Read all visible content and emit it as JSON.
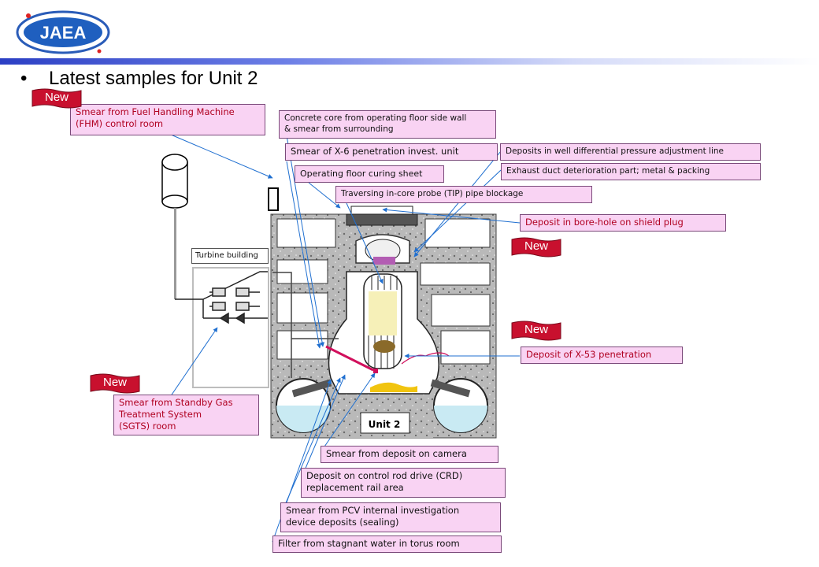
{
  "header": {
    "logo_text": "JAEA",
    "bullet": "•",
    "title": "Latest samples for Unit 2"
  },
  "badge_text": "New",
  "labels": {
    "fhm": [
      "Smear from Fuel Handling Machine",
      "(FHM) control room"
    ],
    "concrete": [
      "Concrete core from operating floor side wall",
      "& smear from surrounding"
    ],
    "x6": "Smear of  X-6 penetration invest. unit",
    "well": "Deposits in well differential pressure adjustment line",
    "exhaust": "Exhaust duct deterioration part; metal & packing",
    "curing": "Operating floor curing sheet",
    "tip": "Traversing in-core probe (TIP) pipe blockage",
    "shield": "Deposit in bore-hole on shield plug",
    "turbine": "Turbine building",
    "x53": "Deposit of X-53 penetration",
    "sgts": [
      "Smear from Standby Gas",
      "Treatment System",
      "(SGTS) room"
    ],
    "unit": "Unit 2",
    "camera": "Smear from deposit on camera",
    "crd": [
      "Deposit on control rod drive (CRD)",
      "replacement rail area"
    ],
    "pcv": [
      "Smear from PCV internal investigation",
      "device deposits (sealing)"
    ],
    "filter": "Filter from stagnant water in torus room"
  },
  "colors": {
    "label_fill": "#f9d3f3",
    "badge_fill": "#c8102e",
    "arrow": "#1f6fd0",
    "title_bar": "#2b3fc4",
    "concrete": "#b5b5b5"
  }
}
